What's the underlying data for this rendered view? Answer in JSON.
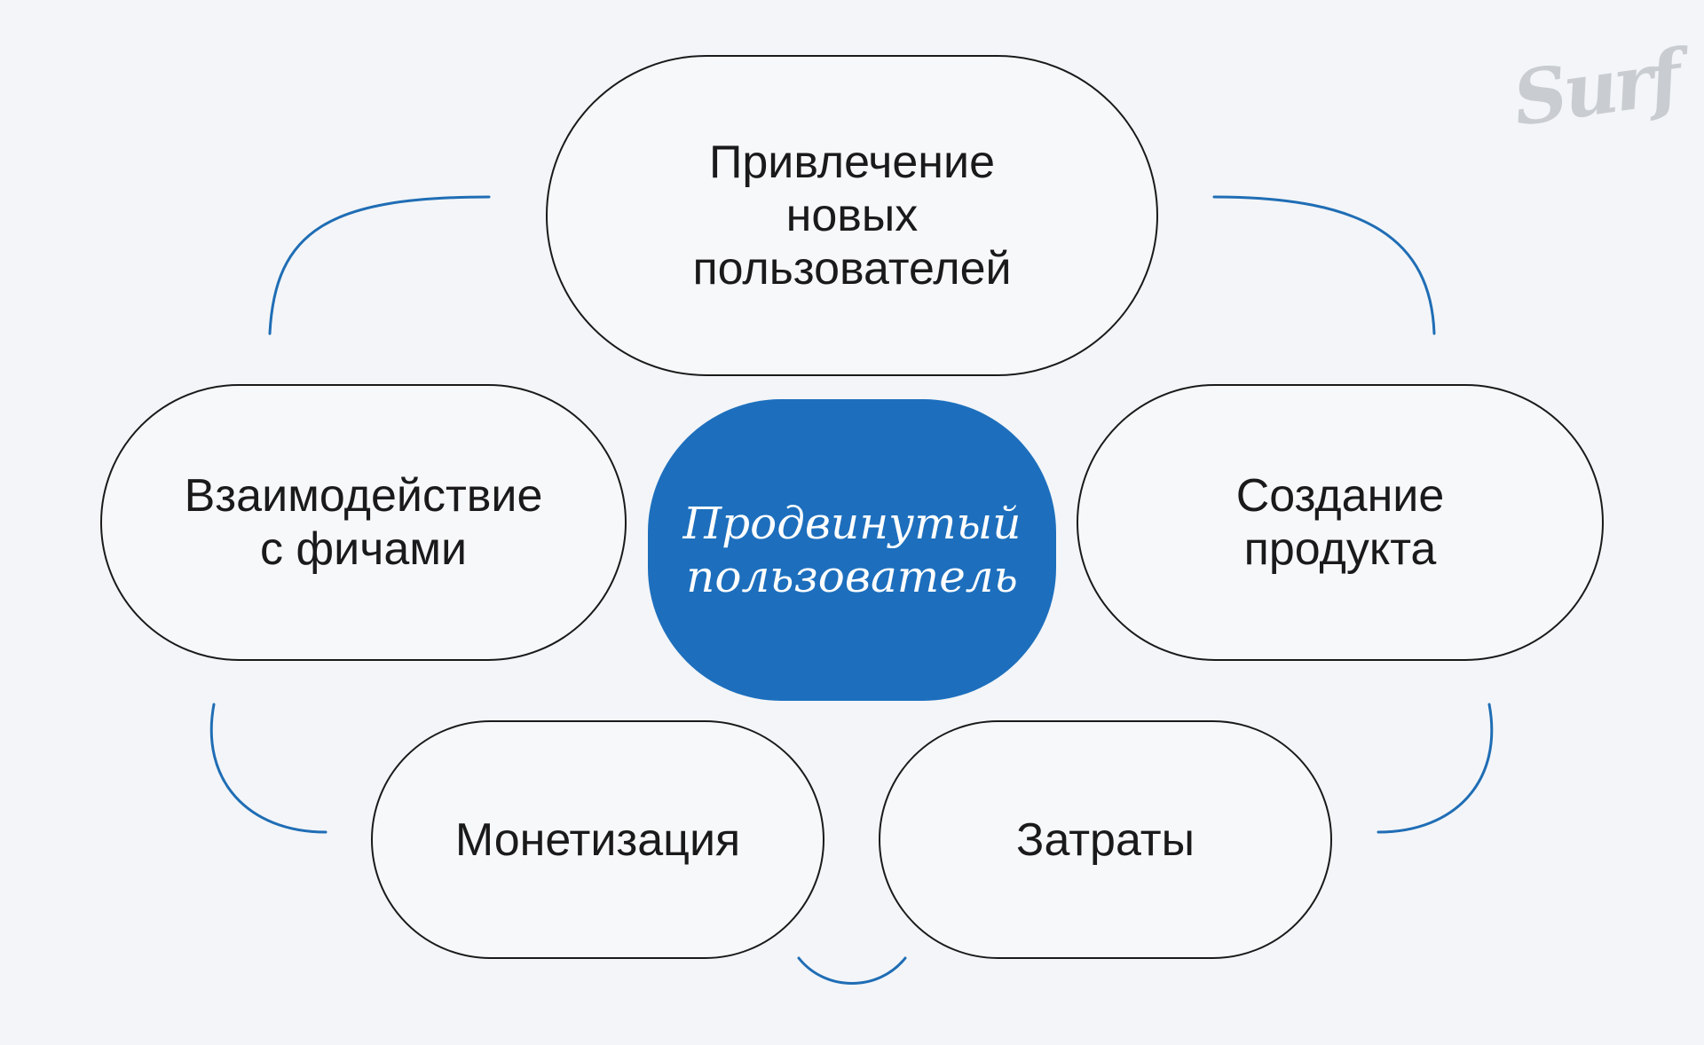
{
  "diagram": {
    "center": {
      "lines": [
        "Продвинутый",
        "пользователь"
      ],
      "color": "#1d6fbd"
    },
    "nodes": {
      "top": {
        "lines": [
          "Привлечение",
          "новых",
          "пользователей"
        ]
      },
      "left": {
        "lines": [
          "Взаимодействие",
          "с фичами"
        ]
      },
      "right": {
        "lines": [
          "Создание",
          "продукта"
        ]
      },
      "bottom_left": {
        "lines": [
          "Монетизация"
        ]
      },
      "bottom_right": {
        "lines": [
          "Затраты"
        ]
      }
    },
    "connector_color": "#1f6db5"
  },
  "logo": {
    "text": "Surf"
  }
}
